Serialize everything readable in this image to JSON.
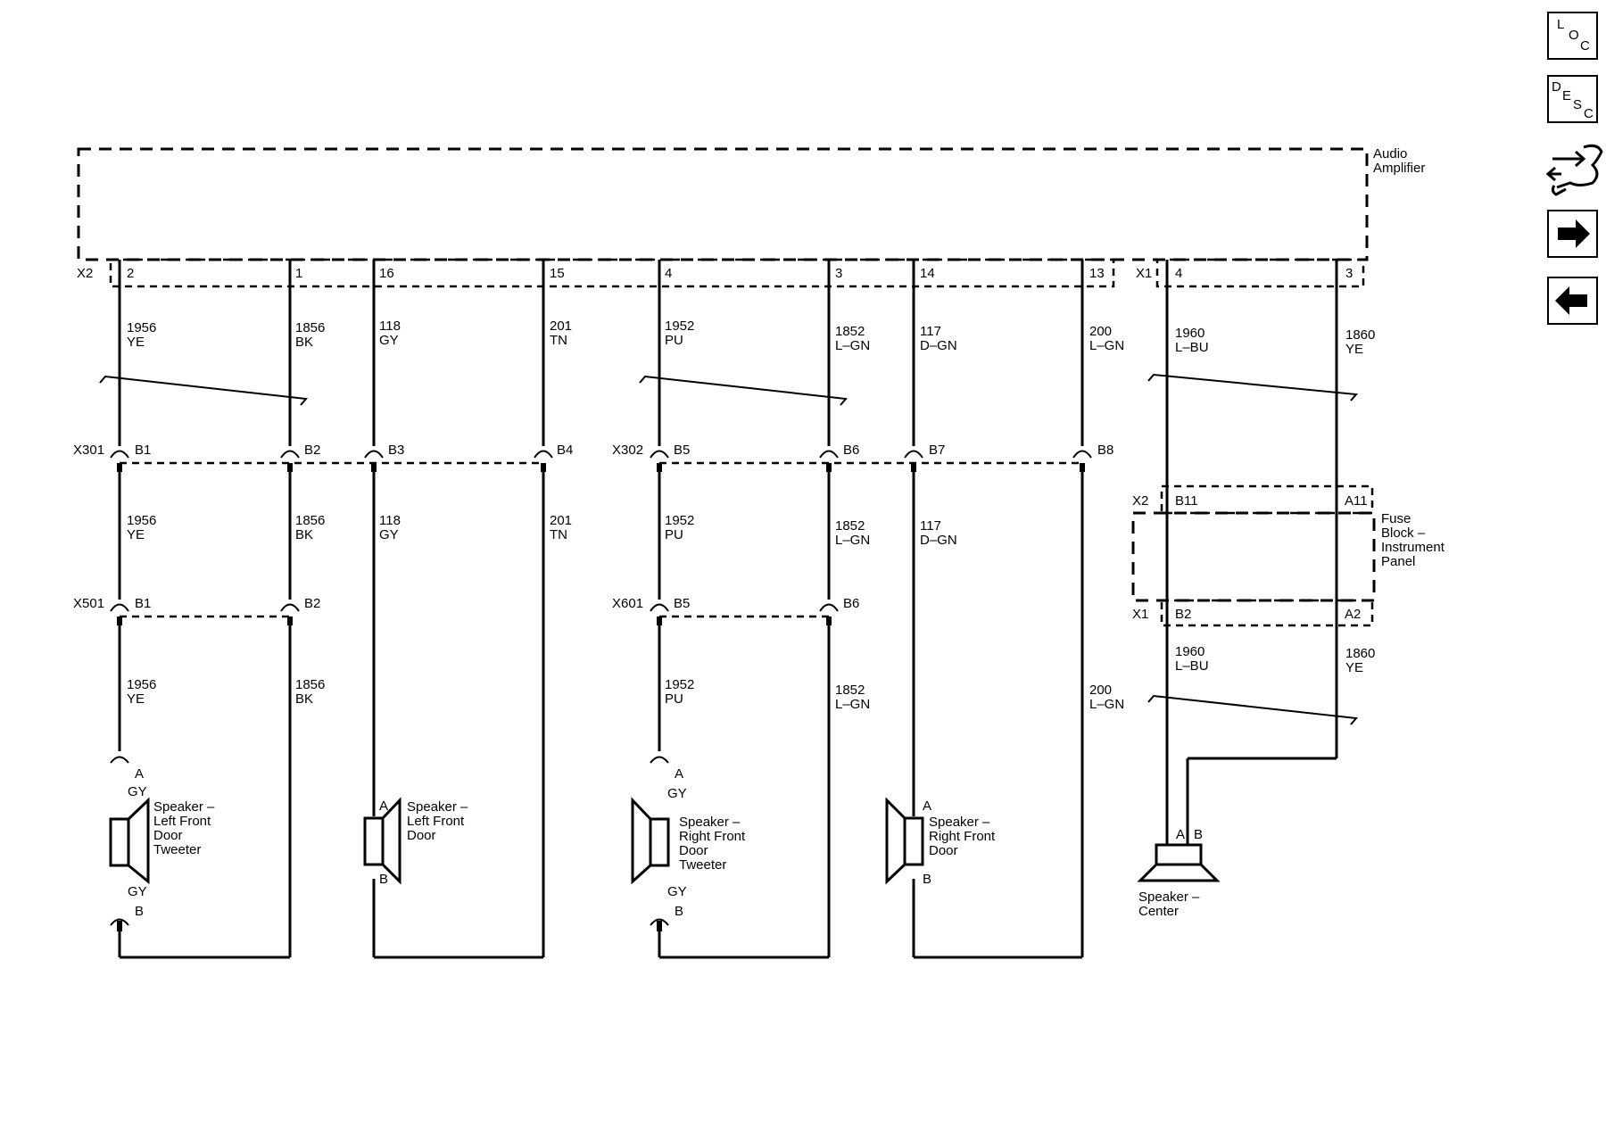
{
  "modules": {
    "amplifier": "Audio\nAmplifier",
    "fuse_block": "Fuse\nBlock –\nInstrument\nPanel"
  },
  "connectors": {
    "x2": "X2",
    "x1": "X1",
    "x301": "X301",
    "x302": "X302",
    "x501": "X501",
    "x601": "X601",
    "fb_x2": "X2",
    "fb_x1": "X1"
  },
  "pins": {
    "p2": "2",
    "p1": "1",
    "p16": "16",
    "p15": "15",
    "p4": "4",
    "p3": "3",
    "p14": "14",
    "p13": "13",
    "p4b": "4",
    "p3b": "3",
    "b1": "B1",
    "b2": "B2",
    "b3": "B3",
    "b4": "B4",
    "b5": "B5",
    "b6": "B6",
    "b7": "B7",
    "b8": "B8",
    "b1b": "B1",
    "b2b": "B2",
    "b5b": "B5",
    "b6b": "B6",
    "b11": "B11",
    "a11": "A11",
    "fb_b2": "B2",
    "a2": "A2"
  },
  "wires": [
    "1956\nYE",
    "1856\nBK",
    "118\nGY",
    "201\nTN",
    "1952\nPU",
    "1852\nL–GN",
    "117\nD–GN",
    "200\nL–GN",
    "1960\nL–BU",
    "1860\nYE",
    "1956\nYE",
    "1856\nBK",
    "118\nGY",
    "201\nTN",
    "1952\nPU",
    "1852\nL–GN",
    "117\nD–GN",
    "1960\nL–BU",
    "1860\nYE",
    "1956\nYE",
    "1856\nBK",
    "1952\nPU",
    "1852\nL–GN",
    "200\nL–GN"
  ],
  "speakers": {
    "lf_tweeter": "Speaker –\nLeft Front\nDoor\nTweeter",
    "lf_door": "Speaker –\nLeft Front\nDoor",
    "rf_tweeter": "Speaker –\nRight Front\nDoor\nTweeter",
    "rf_door": "Speaker –\nRight Front\nDoor",
    "center": "Speaker –\nCenter"
  },
  "speaker_pins": {
    "a": "A",
    "b": "B",
    "gy": "GY"
  },
  "nav": {
    "loc": [
      "L",
      "O",
      "C"
    ],
    "desc": [
      "D",
      "E",
      "S",
      "C"
    ],
    "icons": [
      "connector-wrench-icon",
      "arrow-right-icon",
      "arrow-left-icon"
    ]
  }
}
